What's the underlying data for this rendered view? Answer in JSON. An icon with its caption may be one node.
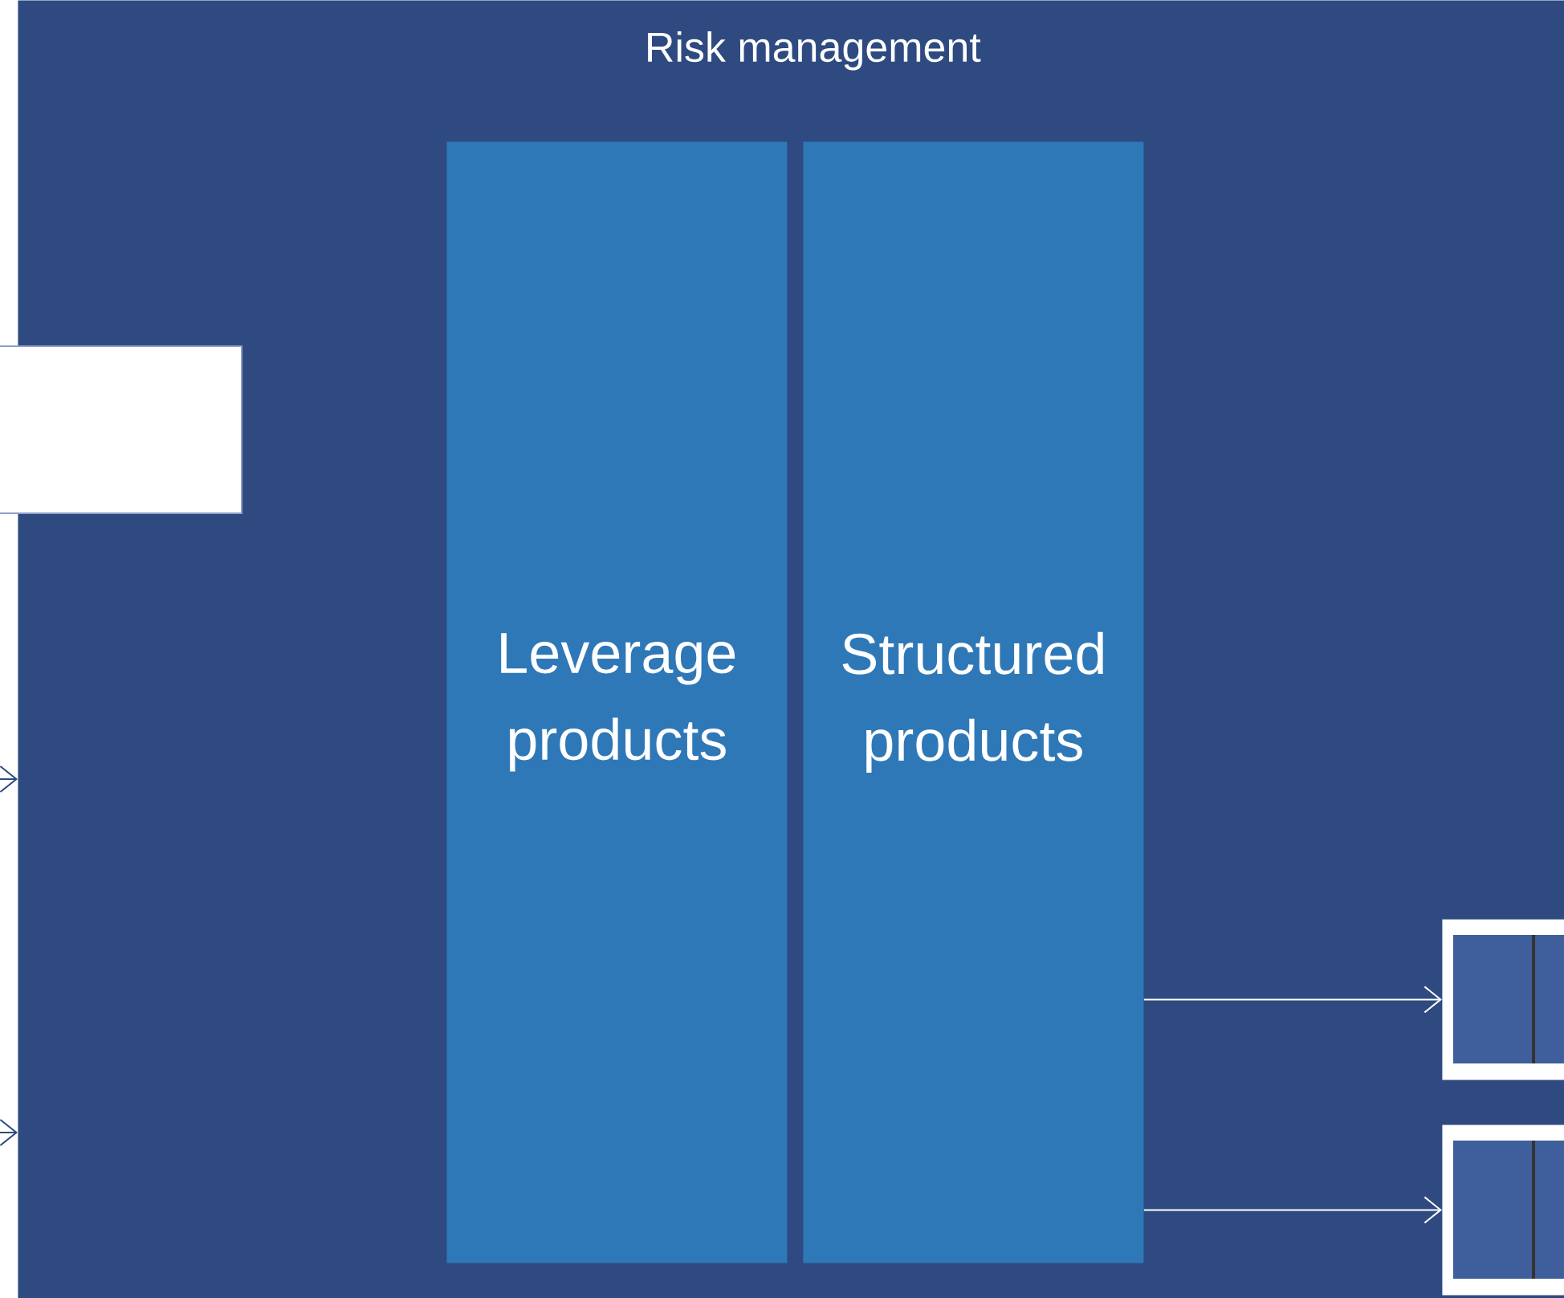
{
  "diagram": {
    "nodes": [
      {
        "text": [
          "Risk management"
        ]
      },
      {
        "text": [
          "Leverage products"
        ],
        "in": 0
      },
      {
        "text": [
          "Structured products"
        ],
        "in": 0
      },
      {
        "text": [],
        "shape": "box"
      },
      {
        "text": [],
        "shape": "picture",
        "in": 0
      },
      {
        "text": [],
        "shape": "picture",
        "in": 0
      }
    ],
    "edges": [
      {
        "from": null,
        "to": 0,
        "arrow": "to"
      },
      {
        "from": null,
        "to": 0,
        "arrow": "to"
      },
      {
        "from": 2,
        "to": 4,
        "arrow": "to",
        "color": "#ffffff"
      },
      {
        "from": 2,
        "to": 5,
        "arrow": "to",
        "color": "#ffffff"
      }
    ]
  }
}
